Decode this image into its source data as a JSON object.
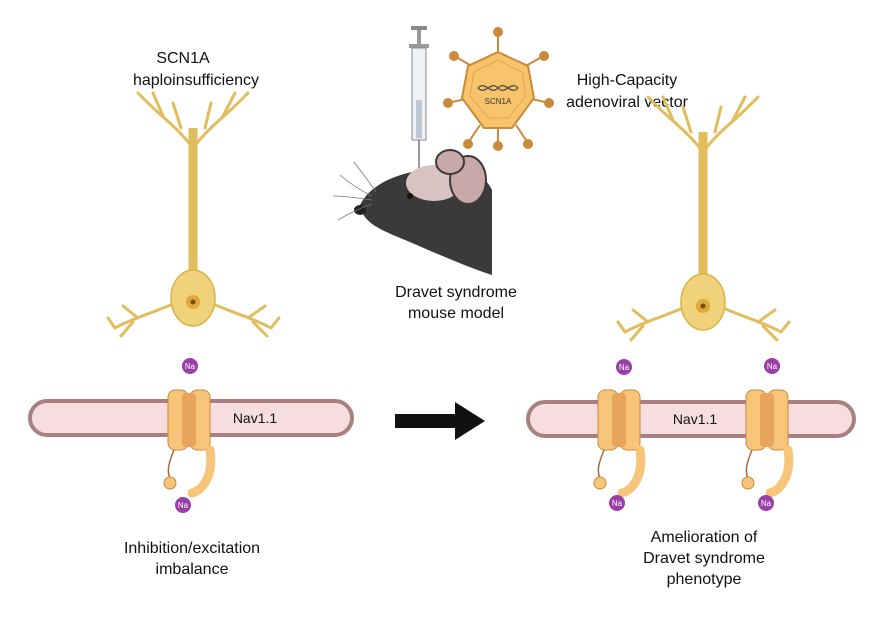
{
  "labels": {
    "top_left_line1": "SCN1A",
    "top_left_line2": "haploinsufficiency",
    "vector_line1": "High-Capacity",
    "vector_line2": "adenoviral vector",
    "vector_gene": "SCN1A",
    "mouse_line1": "Dravet syndrome",
    "mouse_line2": "mouse model",
    "left_membrane": "Nav1.1",
    "right_membrane": "Nav1.1",
    "bottom_left_line1": "Inhibition/excitation",
    "bottom_left_line2": "imbalance",
    "bottom_right_line1": "Amelioration of",
    "bottom_right_line2": "Dravet syndrome",
    "bottom_right_line3": "phenotype",
    "sodium": "Na"
  },
  "colors": {
    "neuron": "#f0d27a",
    "neuron_stroke": "#d8b24a",
    "membrane_fill": "#f5dde0",
    "membrane_stroke": "#a88080",
    "channel_light": "#f6c57a",
    "channel_dark": "#e8a45a",
    "sodium": "#9b3fa8",
    "arrow": "#111111",
    "vector_fill": "#f7c46c",
    "vector_stroke": "#c98a3a",
    "mouse": "#3a3a3a"
  },
  "icons": [
    "syringe-icon",
    "adenovirus-icon",
    "mouse-icon",
    "neuron-icon",
    "sodium-channel-icon",
    "arrow-right-icon"
  ]
}
